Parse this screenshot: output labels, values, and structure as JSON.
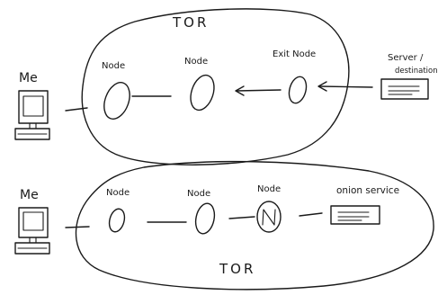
{
  "diagram_a": {
    "cloud_label": "TOR",
    "me_label": "Me",
    "node1_label": "Node",
    "node2_label": "Node",
    "exit_label": "Exit Node",
    "server_label_line1": "Server /",
    "server_label_line2": "destination"
  },
  "diagram_b": {
    "cloud_label": "TOR",
    "me_label": "Me",
    "node1_label": "Node",
    "node2_label": "Node",
    "node3_label": "Node",
    "service_label": "onion service"
  }
}
